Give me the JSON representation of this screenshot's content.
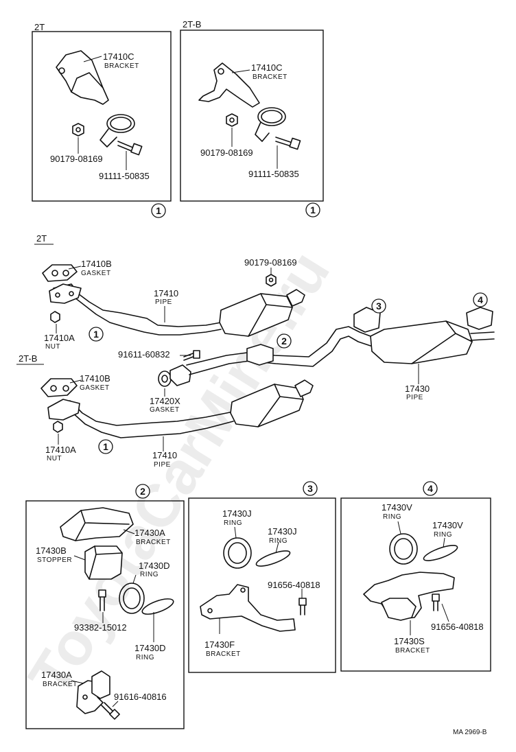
{
  "watermark": "ToyotaCarMine.ru",
  "footer_code": "MA 2969-B",
  "panel_2t": {
    "title": "2T",
    "bracket_no": "17410C",
    "bracket_name": "BRACKET",
    "nut_no": "90179-08169",
    "bolt_no": "91111-50835",
    "ref": "1"
  },
  "panel_2tb": {
    "title": "2T-B",
    "bracket_no": "17410C",
    "bracket_name": "BRACKET",
    "nut_no": "90179-08169",
    "bolt_no": "91111-50835",
    "ref": "1"
  },
  "main": {
    "title_2t": "2T",
    "title_2tb": "2T-B",
    "gasket_a_no": "17410B",
    "gasket_a_name": "GASKET",
    "nut_a_no": "17410A",
    "nut_a_name": "NUT",
    "pipe_a_no": "17410",
    "pipe_a_name": "PIPE",
    "nut_top_no": "90179-08169",
    "bolt_mid_no": "91611-60832",
    "gasket_mid_no": "17420X",
    "gasket_mid_name": "GASKET",
    "gasket_b_no": "17410B",
    "gasket_b_name": "GASKET",
    "nut_b_no": "17410A",
    "nut_b_name": "NUT",
    "pipe_b_no": "17410",
    "pipe_b_name": "PIPE",
    "tail_pipe_no": "17430",
    "tail_pipe_name": "PIPE",
    "ref1": "1",
    "ref1b": "1",
    "ref2": "2",
    "ref3": "3",
    "ref4": "4"
  },
  "detail2": {
    "ref": "2",
    "bracket_top_no": "17430A",
    "bracket_top_name": "BRACKET",
    "stopper_no": "17430B",
    "stopper_name": "STOPPER",
    "ring_a_no": "17430D",
    "ring_a_name": "RING",
    "bolt_no": "93382-15012",
    "ring_b_no": "17430D",
    "ring_b_name": "RING",
    "bracket_bot_no": "17430A",
    "bracket_bot_name": "BRACKET",
    "bolt_bot_no": "91616-40816"
  },
  "detail3": {
    "ref": "3",
    "ring_a_no": "17430J",
    "ring_a_name": "RING",
    "ring_b_no": "17430J",
    "ring_b_name": "RING",
    "bolt_no": "91656-40818",
    "bracket_no": "17430F",
    "bracket_name": "BRACKET"
  },
  "detail4": {
    "ref": "4",
    "ring_a_no": "17430V",
    "ring_a_name": "RING",
    "ring_b_no": "17430V",
    "ring_b_name": "RING",
    "bolt_no": "91656-40818",
    "bracket_no": "17430S",
    "bracket_name": "BRACKET"
  }
}
